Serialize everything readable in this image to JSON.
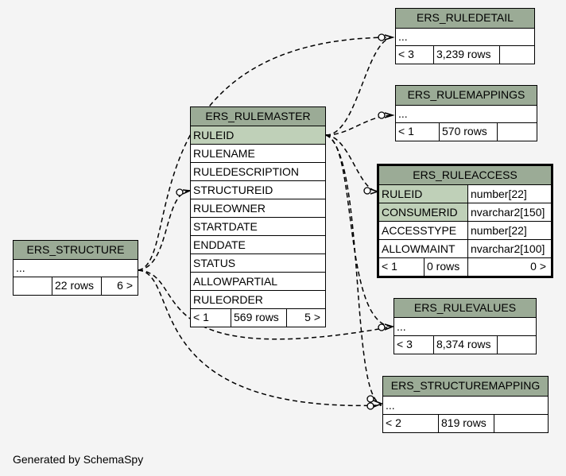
{
  "footer": "Generated by SchemaSpy",
  "tables": {
    "ruledetail": {
      "name": "ERS_RULEDETAIL",
      "columns": [
        "..."
      ],
      "stats": {
        "left": "< 3",
        "rows": "3,239 rows",
        "right": ""
      }
    },
    "rulemappings": {
      "name": "ERS_RULEMAPPINGS",
      "columns": [
        "..."
      ],
      "stats": {
        "left": "< 1",
        "rows": "570 rows",
        "right": ""
      }
    },
    "rulemaster": {
      "name": "ERS_RULEMASTER",
      "columns": [
        "RULEID",
        "RULENAME",
        "RULEDESCRIPTION",
        "STRUCTUREID",
        "RULEOWNER",
        "STARTDATE",
        "ENDDATE",
        "STATUS",
        "ALLOWPARTIAL",
        "RULEORDER"
      ],
      "stats": {
        "left": "< 1",
        "rows": "569 rows",
        "right": "5 >"
      }
    },
    "ruleaccess": {
      "name": "ERS_RULEACCESS",
      "columns": [
        {
          "name": "RULEID",
          "type": "number[22]"
        },
        {
          "name": "CONSUMERID",
          "type": "nvarchar2[150]"
        },
        {
          "name": "ACCESSTYPE",
          "type": "number[22]"
        },
        {
          "name": "ALLOWMAINT",
          "type": "nvarchar2[100]"
        }
      ],
      "stats": {
        "left": "< 1",
        "rows": "0 rows",
        "right": "0 >"
      }
    },
    "structure": {
      "name": "ERS_STRUCTURE",
      "columns": [
        "..."
      ],
      "stats": {
        "left": "",
        "rows": "22 rows",
        "right": "6 >"
      }
    },
    "rulevalues": {
      "name": "ERS_RULEVALUES",
      "columns": [
        "..."
      ],
      "stats": {
        "left": "< 3",
        "rows": "8,374 rows",
        "right": ""
      }
    },
    "structuremapping": {
      "name": "ERS_STRUCTUREMAPPING",
      "columns": [
        "..."
      ],
      "stats": {
        "left": "< 2",
        "rows": "819 rows",
        "right": ""
      }
    }
  },
  "colors": {
    "header": "#9bab96",
    "key_column": "#bfd0b8",
    "background": "#f4f4f4"
  }
}
